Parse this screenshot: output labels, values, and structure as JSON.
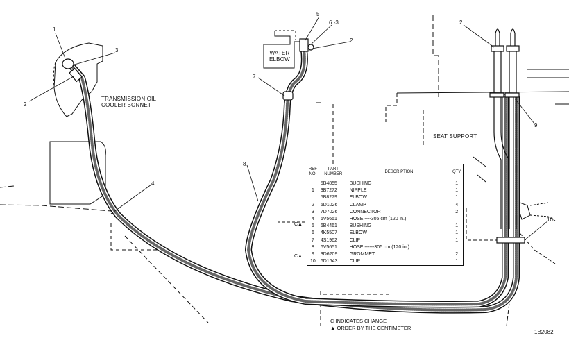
{
  "labels": {
    "transmission_cooler": [
      "TRANSMISSION OIL",
      "COOLER BONNET"
    ],
    "water_elbow": [
      "WATER",
      "ELBOW"
    ],
    "seat_support": "SEAT SUPPORT"
  },
  "callouts": [
    "1",
    "3",
    "2",
    "5",
    "6 -3",
    "2",
    "7",
    "2",
    "9",
    "4",
    "8",
    "10"
  ],
  "table": {
    "headers": [
      "REF NO.",
      "PART NUMBER",
      "DESCRIPTION",
      "QTY"
    ],
    "rows": [
      {
        "ref": "",
        "part": "5B4855",
        "desc": "BUSHING",
        "qty": "1"
      },
      {
        "ref": "1",
        "part": "3B7272",
        "desc": "NIPPLE",
        "qty": "1"
      },
      {
        "ref": "",
        "part": "5B8279",
        "desc": "ELBOW",
        "qty": "1"
      },
      {
        "ref": "2",
        "part": "5D1026",
        "desc": "CLAMP",
        "qty": "4"
      },
      {
        "ref": "3",
        "part": "7D7026",
        "desc": "CONNECTOR",
        "qty": "2"
      },
      {
        "ref": "4",
        "part": "6V5651",
        "desc": "HOSE ----305 cm (120 in.)",
        "qty": ""
      },
      {
        "ref": "5",
        "part": "6B4461",
        "desc": "BUSHING",
        "qty": "1"
      },
      {
        "ref": "6",
        "part": "4K5507",
        "desc": "ELBOW",
        "qty": "1"
      },
      {
        "ref": "7",
        "part": "4S1962",
        "desc": "CLIP",
        "qty": "1"
      },
      {
        "ref": "8",
        "part": "6V5651",
        "desc": "HOSE ------305 cm (120 in.)",
        "qty": ""
      },
      {
        "ref": "9",
        "part": "3D6209",
        "desc": "GROMMET",
        "qty": "2"
      },
      {
        "ref": "10",
        "part": "6D1643",
        "desc": "CLIP",
        "qty": "1"
      }
    ],
    "flags": [
      "C▲",
      "C▲"
    ]
  },
  "legend": [
    "C INDICATES CHANGE",
    "▲ ORDER BY THE CENTIMETER"
  ],
  "figure_number": "1B2082"
}
